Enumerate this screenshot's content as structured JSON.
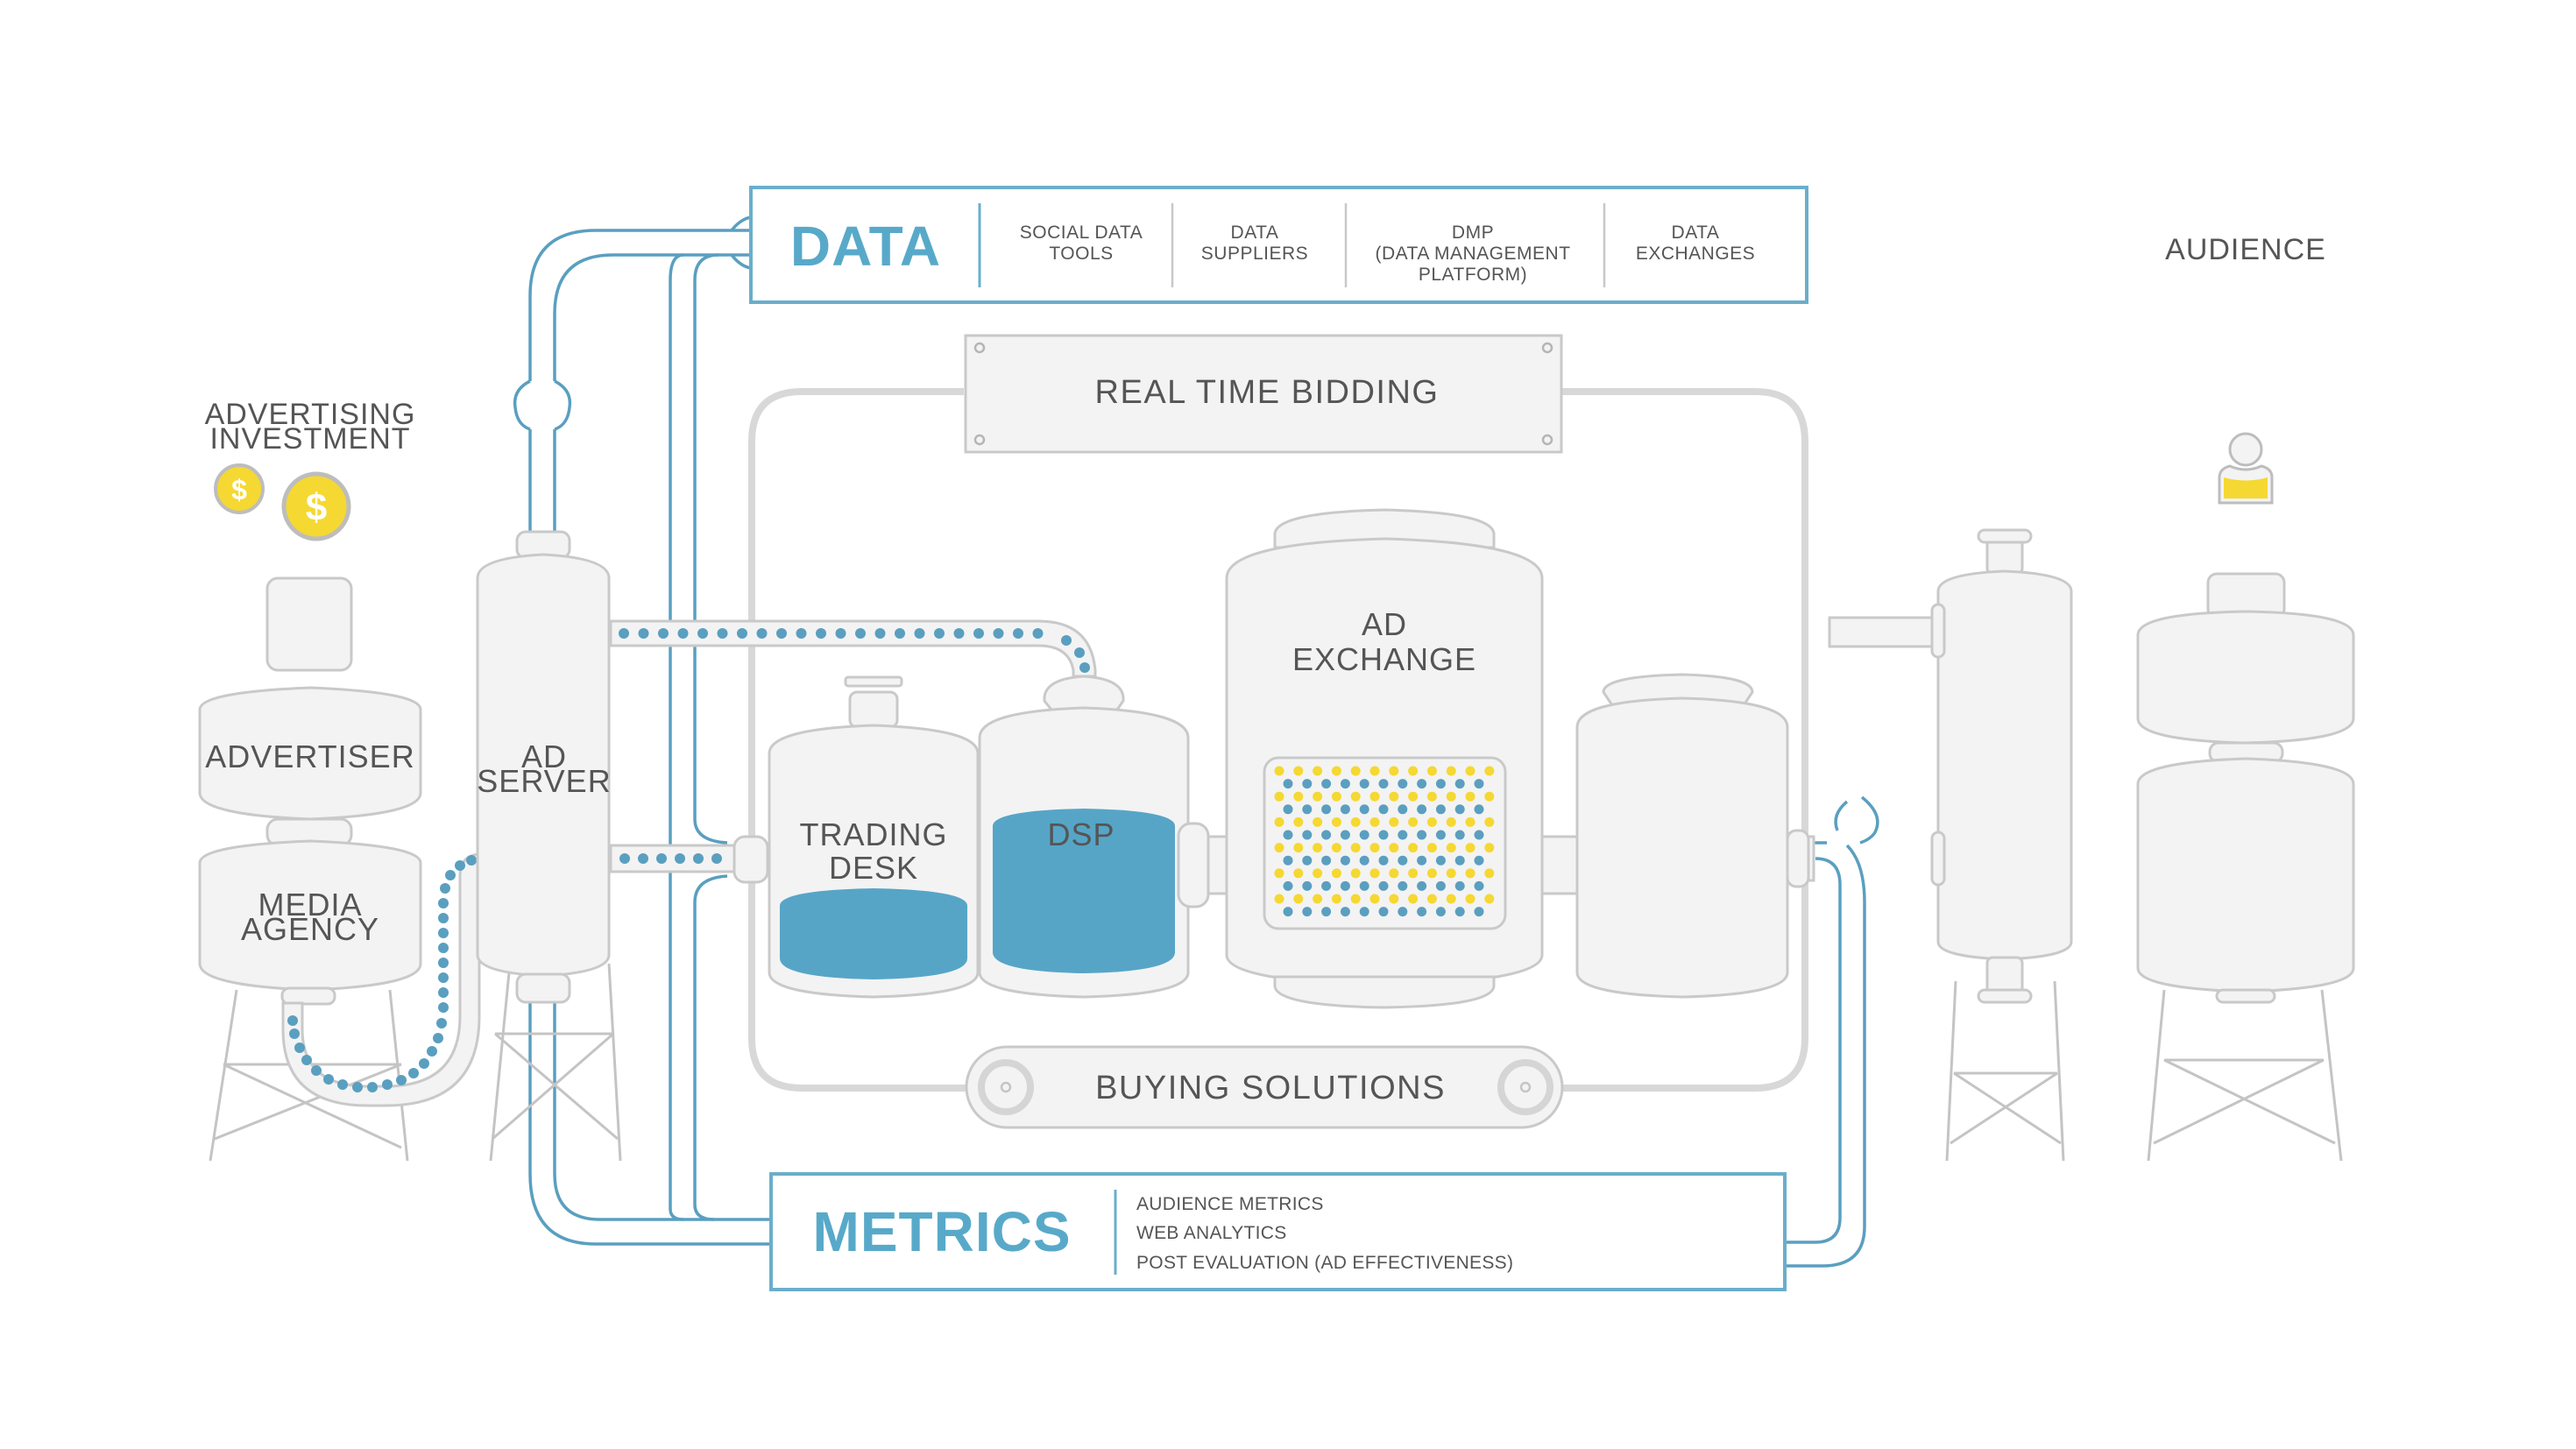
{
  "diagram": {
    "colors": {
      "accent_blue": "#58A9C9",
      "pipe_blue": "#5A9FC0",
      "liquid_blue": "#56A5C7",
      "coin_yellow": "#F5D832",
      "tank_fill": "#F3F3F3",
      "tank_stroke": "#C9C9C9",
      "label_grey": "#555555"
    },
    "investment": {
      "title_line1": "ADVERTISING",
      "title_line2": "INVESTMENT",
      "coin_symbol": "$"
    },
    "audience": {
      "title": "AUDIENCE"
    },
    "data_panel": {
      "title": "DATA",
      "items": [
        {
          "line1": "SOCIAL DATA",
          "line2": "TOOLS",
          "line3": ""
        },
        {
          "line1": "DATA",
          "line2": "SUPPLIERS",
          "line3": ""
        },
        {
          "line1": "DMP",
          "line2": "(DATA MANAGEMENT",
          "line3": "PLATFORM)"
        },
        {
          "line1": "DATA",
          "line2": "EXCHANGES",
          "line3": ""
        }
      ]
    },
    "rtb": {
      "label": "REAL TIME BIDDING"
    },
    "buying": {
      "label": "BUYING SOLUTIONS"
    },
    "metrics_panel": {
      "title": "METRICS",
      "items": [
        "AUDIENCE METRICS",
        "WEB ANALYTICS",
        "POST EVALUATION (AD EFFECTIVENESS)"
      ]
    },
    "tanks": {
      "advertiser": "ADVERTISER",
      "media_agency_line1": "MEDIA",
      "media_agency_line2": "AGENCY",
      "ad_server_line1": "AD",
      "ad_server_line2": "SERVER",
      "trading_desk_line1": "TRADING",
      "trading_desk_line2": "DESK",
      "dsp": "DSP",
      "ad_exchange_line1": "AD",
      "ad_exchange_line2": "EXCHANGE"
    },
    "fill_levels": {
      "trading_desk": 0.4,
      "dsp": 0.75
    }
  }
}
